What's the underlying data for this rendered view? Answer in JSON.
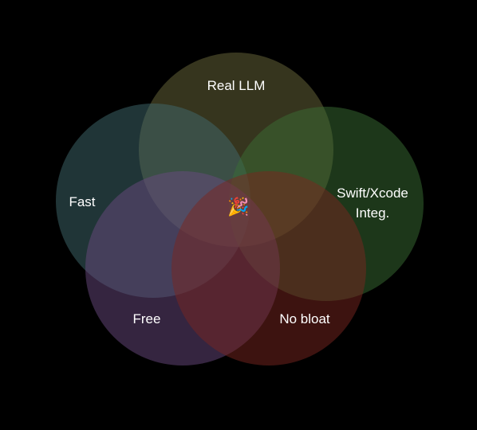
{
  "diagram": {
    "type": "venn",
    "background": "#000000",
    "sets": [
      {
        "id": "real-llm",
        "lines": [
          "Real LLM"
        ],
        "color": "#6b6a3c"
      },
      {
        "id": "fast",
        "lines": [
          "Fast"
        ],
        "color": "#3f6a6e"
      },
      {
        "id": "swift-xcode",
        "lines": [
          "Swift/Xcode",
          "Integ."
        ],
        "color": "#3a6e34"
      },
      {
        "id": "free",
        "lines": [
          "Free"
        ],
        "color": "#6a4a80"
      },
      {
        "id": "no-bloat",
        "lines": [
          "No bloat"
        ],
        "color": "#7a2620"
      }
    ],
    "center_emoji": "🎉",
    "center_emoji_name": "party-popper-icon"
  }
}
